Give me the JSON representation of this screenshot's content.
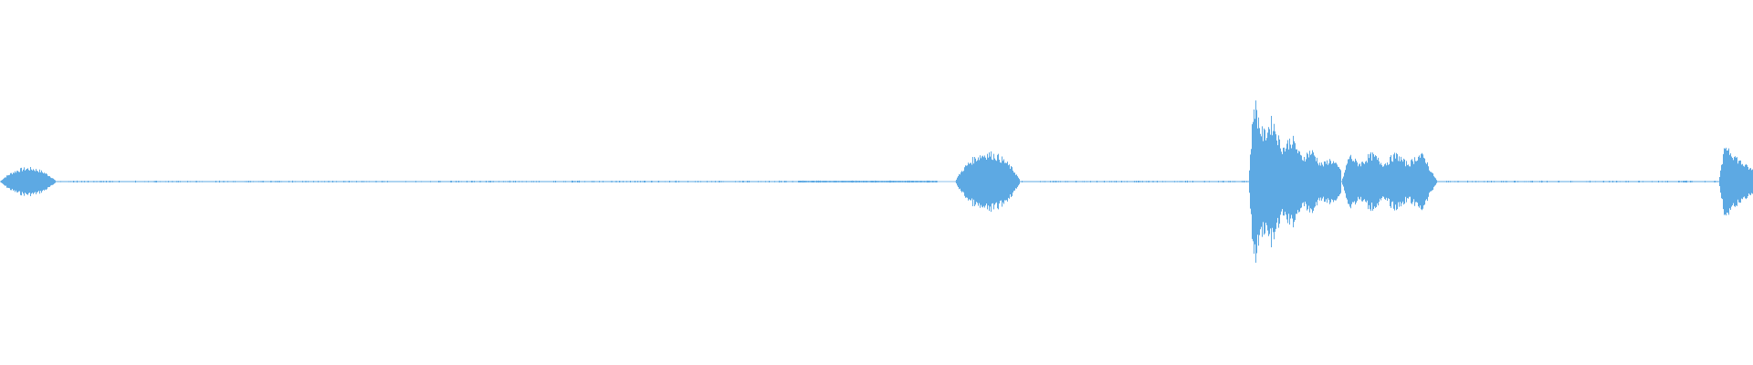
{
  "waveform": {
    "color": "#5DA9E3",
    "background": "#ffffff",
    "duration_fraction_axis": "time",
    "segments": [
      {
        "start": 0.0,
        "end": 0.032,
        "peak": 0.09,
        "shape": "swell"
      },
      {
        "start": 0.03,
        "end": 0.455,
        "peak": 0.004,
        "shape": "noise"
      },
      {
        "start": 0.455,
        "end": 0.535,
        "peak": 0.006,
        "shape": "hum"
      },
      {
        "start": 0.545,
        "end": 0.582,
        "peak": 0.19,
        "shape": "swell"
      },
      {
        "start": 0.582,
        "end": 0.712,
        "peak": 0.004,
        "shape": "noise"
      },
      {
        "start": 0.712,
        "end": 0.765,
        "peak": 0.55,
        "shape": "attack-decay"
      },
      {
        "start": 0.765,
        "end": 0.82,
        "peak": 0.18,
        "shape": "sustain"
      },
      {
        "start": 0.82,
        "end": 0.98,
        "peak": 0.004,
        "shape": "noise"
      },
      {
        "start": 0.98,
        "end": 1.0,
        "peak": 0.26,
        "shape": "attack"
      }
    ]
  }
}
